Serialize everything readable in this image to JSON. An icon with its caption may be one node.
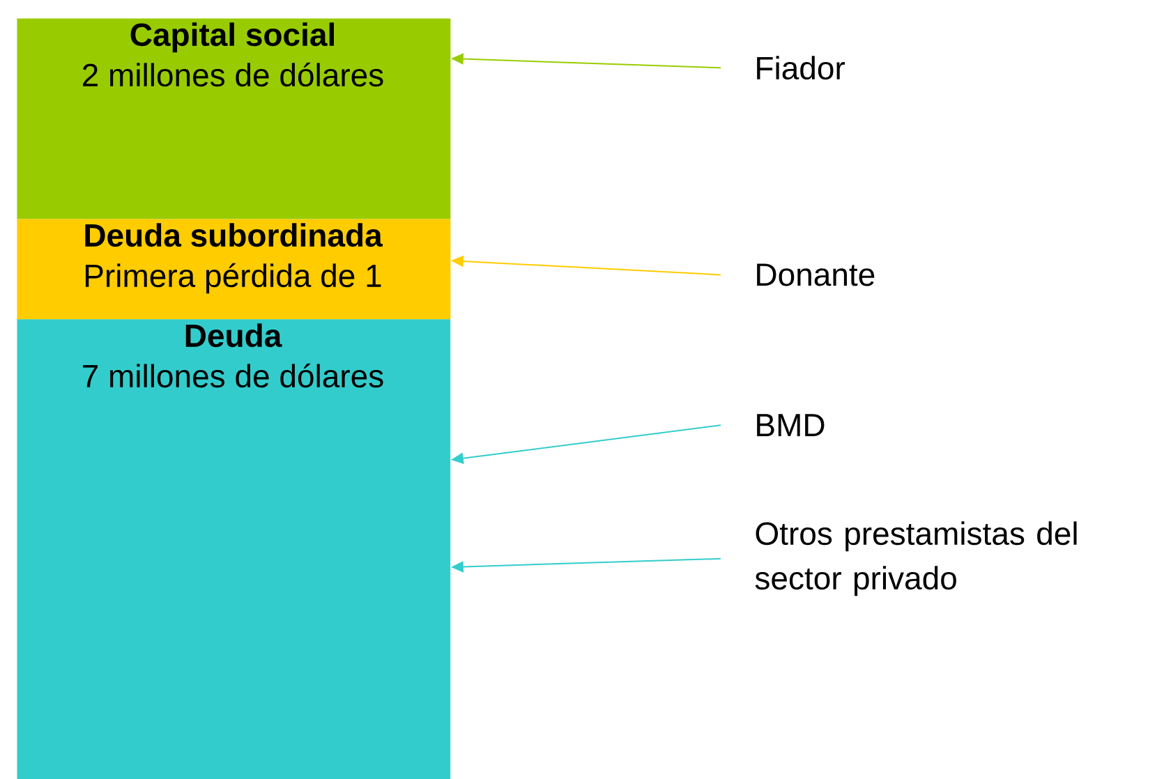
{
  "diagram": {
    "nodes": [
      {
        "text": [
          "Capital social",
          "2 millones de dólares"
        ]
      },
      {
        "text": [
          "Deuda subordinada",
          "Primera pérdida de 1"
        ]
      },
      {
        "text": [
          "Deuda",
          "7 millones de dólares"
        ]
      },
      {
        "text": [
          "Fiador"
        ]
      },
      {
        "text": [
          "Donante"
        ]
      },
      {
        "text": [
          "BMD"
        ]
      },
      {
        "text": [
          "Otros prestamistas del sector privado"
        ]
      }
    ],
    "edges": [
      {
        "from": 3,
        "to": 0,
        "arrow": "to",
        "color": "#99cc00"
      },
      {
        "from": 4,
        "to": 1,
        "arrow": "to",
        "color": "#ffcc00"
      },
      {
        "from": 5,
        "to": 2,
        "arrow": "to",
        "color": "#33cccc"
      },
      {
        "from": 6,
        "to": 2,
        "arrow": "to",
        "color": "#33cccc"
      }
    ]
  }
}
